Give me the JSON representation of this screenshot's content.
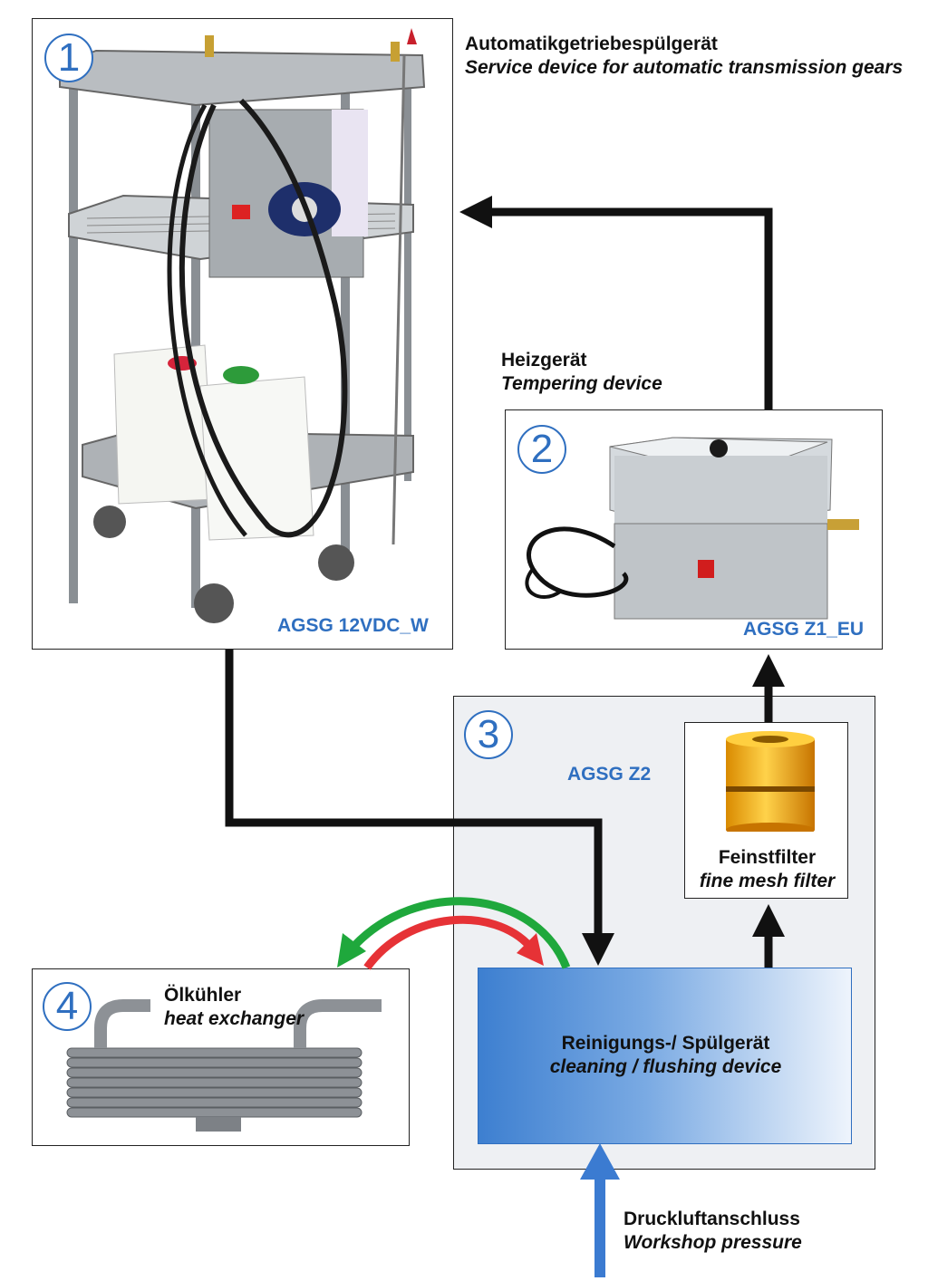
{
  "device1": {
    "number": "1",
    "title_de": "Automatikgetriebespülgerät",
    "title_en": "Service device for automatic transmission gears",
    "code": "AGSG 12VDC_W"
  },
  "device2": {
    "number": "2",
    "title_de": "Heizgerät",
    "title_en": "Tempering device",
    "code": "AGSG Z1_EU"
  },
  "device3": {
    "number": "3",
    "code": "AGSG Z2",
    "filter_de": "Feinstfilter",
    "filter_en": "fine mesh filter",
    "cleaner_de": "Reinigungs-/ Spülgerät",
    "cleaner_en": "cleaning / flushing device"
  },
  "device4": {
    "number": "4",
    "title_de": "Ölkühler",
    "title_en": "heat exchanger"
  },
  "pressure": {
    "label_de": "Druckluftanschluss",
    "label_en": "Workshop pressure"
  },
  "colors": {
    "accent": "#2f6fc0",
    "flow_arrow": "#111111",
    "pressure_arrow": "#3b7bd1",
    "green_arrow": "#1fa83c",
    "red_arrow": "#e63236"
  }
}
